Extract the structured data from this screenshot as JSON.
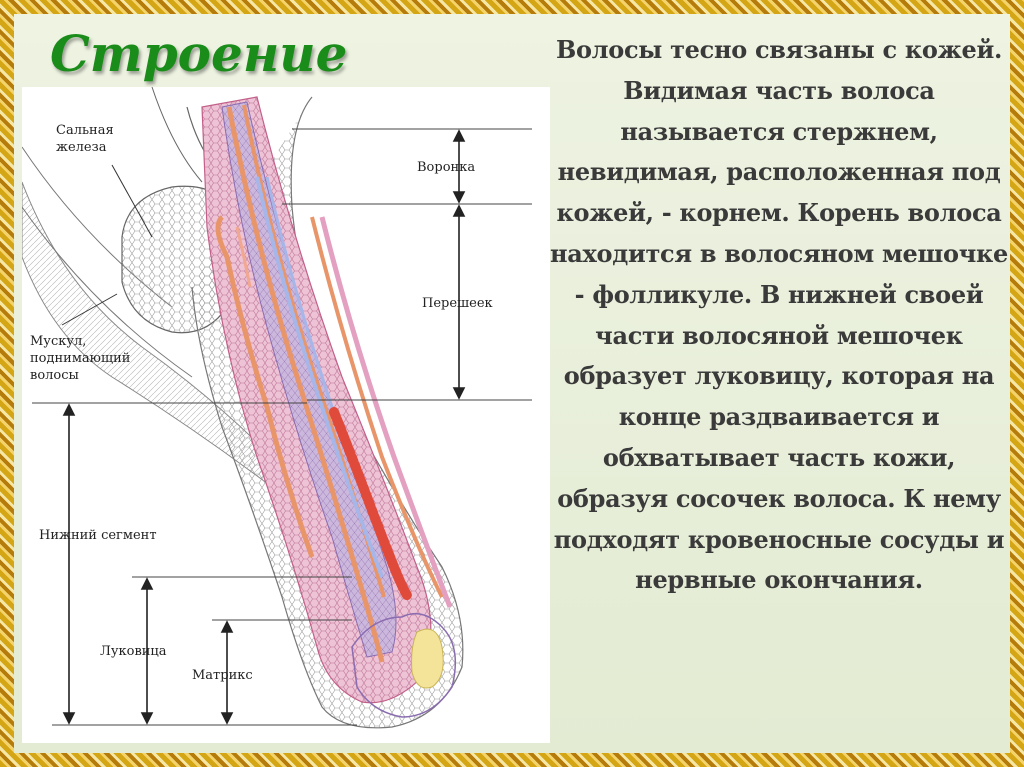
{
  "slide": {
    "title": "Строение волоса",
    "body_text": "Волосы тесно связаны с кожей. Видимая часть волоса называется стержнем, невидимая, расположенная под кожей, - корнем. Корень волоса находится в волосяном мешочке - фолликуле. В нижней своей части волосяной мешочек образует луковицу, которая на конце раздваивается и обхватывает часть кожи, образуя сосочек волоса. К нему подходят кровеносные сосуды и нервные окончания."
  },
  "diagram": {
    "labels": {
      "sebaceous_gland": "Сальная\nжелеза",
      "muscle": "Мускул,\nподнимающий\nволосы",
      "funnel": "Воронка",
      "isthmus": "Перешеек",
      "lower_segment": "Нижний сегмент",
      "bulb": "Луковица",
      "matrix": "Матрикс"
    }
  },
  "colors": {
    "title": "#1a8c1a",
    "border_gold": "#d4a514",
    "outer_sheath_pink": "#e8b0c8",
    "inner_layer_purple": "#c8b0d8",
    "cortex_orange": "#e8956a",
    "medulla_red": "#e04a3a",
    "papilla_yellow": "#f3e49a"
  }
}
